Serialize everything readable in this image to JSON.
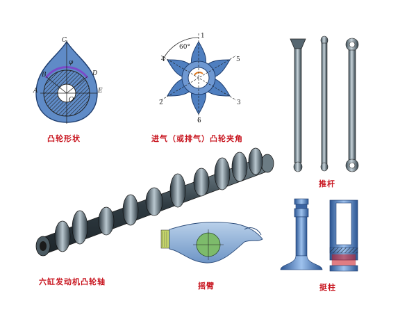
{
  "colors": {
    "accent_blue": "#3f6fb4",
    "light_blue": "#8fb6e8",
    "steel_dark": "#3d4e57",
    "steel_light": "#a9b9c2",
    "label_red": "#c8141e",
    "highlight_purple": "#7a4bc9",
    "hatch": "#222222"
  },
  "labels": {
    "cam_shape": "凸轮形状",
    "cam_angle": "进气（或排气）凸轮夹角",
    "push_rod": "推杆",
    "camshaft": "六缸发动机凸轮轴",
    "rocker_arm": "摇臂",
    "tappet": "挺柱"
  },
  "cam_profile_letters": {
    "c": "C",
    "b": "B",
    "d": "D",
    "a": "A",
    "e": "E",
    "o": "O",
    "phi": "φ"
  },
  "cam_angle_diagram": {
    "angle": "60°",
    "n1": "1",
    "n2": "2",
    "n3": "3",
    "n4": "4",
    "n5": "5",
    "n6": "6"
  }
}
